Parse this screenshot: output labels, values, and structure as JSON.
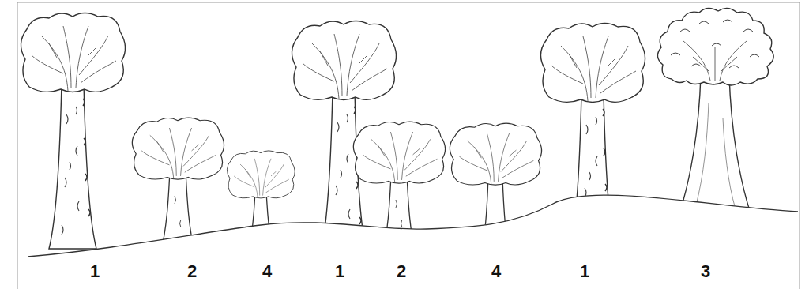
{
  "diagram": {
    "labels": [
      "1",
      "2",
      "4",
      "1",
      "2",
      "4",
      "1",
      "3"
    ]
  }
}
